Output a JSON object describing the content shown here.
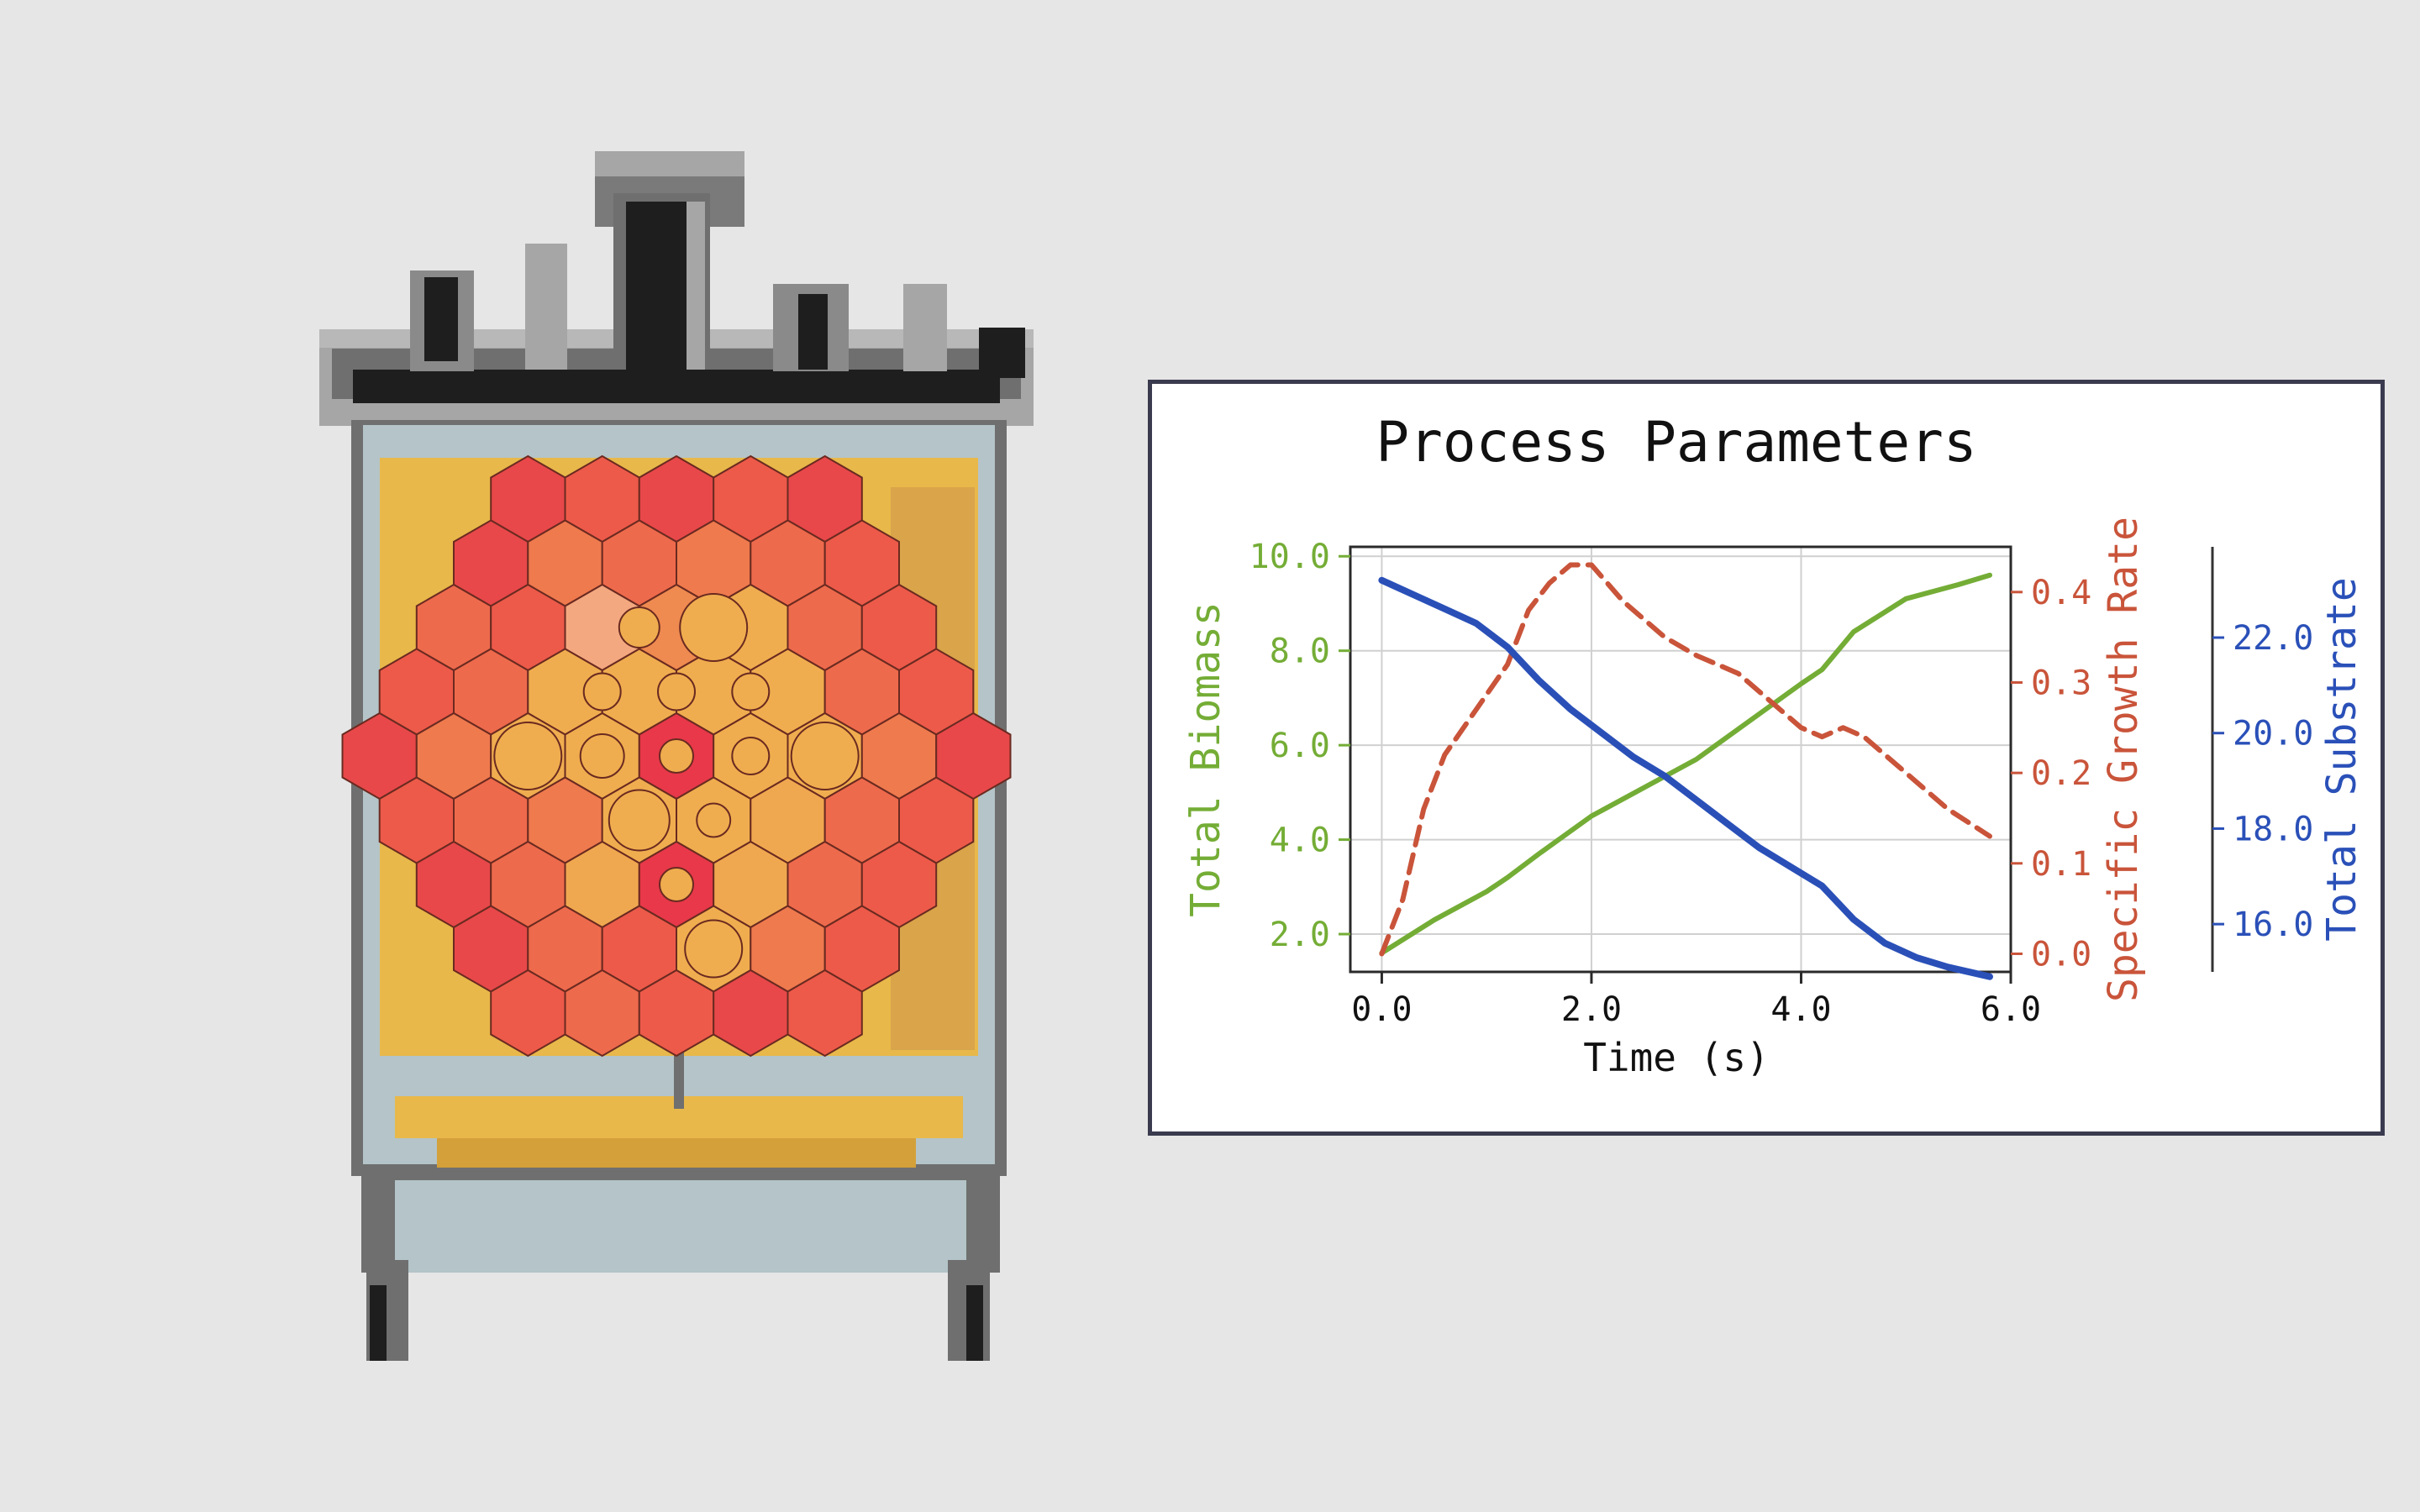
{
  "colors": {
    "background": "#e6e6e6",
    "biomass": "#74ad36",
    "growth": "#c9543a",
    "substrate": "#2a50b8",
    "grid": "#d0d0d0",
    "axis": "#2a2a2a",
    "medium": "#e8b84a",
    "vessel": "#b4c4c8",
    "metal_dark": "#1e1e1e",
    "metal_mid": "#6f6f6f",
    "metal_light": "#a6a6a6"
  },
  "reactor": {
    "cell_rows": [
      [
        "#e8484a",
        "#ed5a4a",
        "#e8484a",
        "#ed5a4a",
        "#e8484a"
      ],
      [
        "#e8484a",
        "#ef7a4e",
        "#ee6a4c",
        "#ef7a4e",
        "#ee6a4c",
        "#ed5a4a"
      ],
      [
        "#ee6a4c",
        "#ed5a4a",
        "#f3a880",
        "#ef8a50",
        "#f0ad4f",
        "#ee6a4c",
        "#ed5a4a"
      ],
      [
        "#ed5a4a",
        "#ee6a4c",
        "#f0ad4f",
        "#f0ad4f",
        "#f0ad4f",
        "#f0ad4f",
        "#ee6a4c",
        "#ed5a4a"
      ],
      [
        "#e8484a",
        "#ef7a4e",
        "#f0ad4f",
        "#f0ad4f",
        "#e8384a",
        "#f0ad4f",
        "#f0ad4f",
        "#ef7a4e",
        "#e8484a"
      ],
      [
        "#ed5a4a",
        "#ee6a4c",
        "#ef7a4e",
        "#f0ad4f",
        "#f0ad4f",
        "#f0a850",
        "#ee6a4c",
        "#ed5a4a"
      ],
      [
        "#e8484a",
        "#ee6a4c",
        "#f0a850",
        "#e8384a",
        "#f0a850",
        "#ee6a4c",
        "#ed5a4a"
      ],
      [
        "#e8484a",
        "#ee6a4c",
        "#ed5a4a",
        "#f0ad4f",
        "#ef7a4e",
        "#ed5a4a"
      ],
      [
        "#ed5a4a",
        "#ee6a4c",
        "#ed5a4a",
        "#e8484a",
        "#ed5a4a"
      ]
    ]
  },
  "chart_data": {
    "type": "line",
    "title": "Process Parameters",
    "xlabel": "Time (s)",
    "xlim": [
      -0.3,
      6.0
    ],
    "x_ticks": [
      "0.0",
      "2.0",
      "4.0",
      "6.0"
    ],
    "x_tick_values": [
      0,
      2,
      4,
      6
    ],
    "grid": true,
    "axes": [
      {
        "label": "Total Biomass",
        "side": "left",
        "ylim": [
          1.2,
          10.2
        ],
        "ticks": [
          "2.0",
          "4.0",
          "6.0",
          "8.0",
          "10.0"
        ],
        "tick_values": [
          2,
          4,
          6,
          8,
          10
        ]
      },
      {
        "label": "Specific Growth Rate",
        "side": "right",
        "ylim": [
          -0.02,
          0.45
        ],
        "ticks": [
          "0.0",
          "0.1",
          "0.2",
          "0.3",
          "0.4"
        ],
        "tick_values": [
          0,
          0.1,
          0.2,
          0.3,
          0.4
        ]
      },
      {
        "label": "Total Substrate",
        "side": "right-outer",
        "ylim": [
          15.0,
          23.9
        ],
        "ticks": [
          "16.0",
          "18.0",
          "20.0",
          "22.0"
        ],
        "tick_values": [
          16,
          18,
          20,
          22
        ]
      }
    ],
    "series": [
      {
        "axis": 0,
        "style": "solid",
        "x": [
          0.0,
          0.5,
          1.0,
          1.2,
          1.5,
          2.0,
          2.5,
          3.0,
          3.5,
          4.0,
          4.2,
          4.5,
          5.0,
          5.5,
          5.8
        ],
        "y": [
          1.6,
          2.3,
          2.9,
          3.2,
          3.7,
          4.5,
          5.1,
          5.7,
          6.5,
          7.3,
          7.6,
          8.4,
          9.1,
          9.4,
          9.6
        ]
      },
      {
        "axis": 1,
        "style": "dashed",
        "x": [
          0.0,
          0.2,
          0.4,
          0.6,
          0.9,
          1.2,
          1.4,
          1.6,
          1.8,
          2.0,
          2.3,
          2.7,
          3.0,
          3.4,
          3.7,
          4.0,
          4.2,
          4.4,
          4.6,
          5.0,
          5.4,
          5.8
        ],
        "y": [
          0.0,
          0.06,
          0.16,
          0.22,
          0.27,
          0.32,
          0.38,
          0.41,
          0.43,
          0.43,
          0.39,
          0.35,
          0.33,
          0.31,
          0.28,
          0.25,
          0.24,
          0.25,
          0.24,
          0.2,
          0.16,
          0.13
        ]
      },
      {
        "axis": 2,
        "style": "solid",
        "x": [
          0.0,
          0.3,
          0.6,
          0.9,
          1.2,
          1.5,
          1.8,
          2.1,
          2.4,
          2.7,
          3.0,
          3.3,
          3.6,
          3.9,
          4.2,
          4.5,
          4.8,
          5.1,
          5.4,
          5.8
        ],
        "y": [
          23.2,
          22.9,
          22.6,
          22.3,
          21.8,
          21.1,
          20.5,
          20.0,
          19.5,
          19.1,
          18.6,
          18.1,
          17.6,
          17.2,
          16.8,
          16.1,
          15.6,
          15.3,
          15.1,
          14.9
        ]
      }
    ]
  }
}
